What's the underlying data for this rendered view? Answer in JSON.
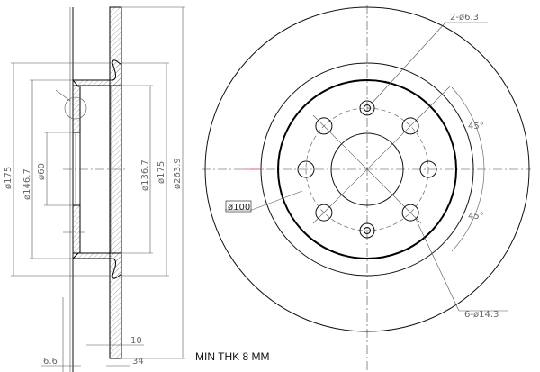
{
  "side_view": {
    "labels": {
      "d175_left": "ø175",
      "d146_7": "ø146.7",
      "d60": "ø60",
      "d136_7": "ø136.7",
      "d175_right": "ø175",
      "d263_9": "ø263.9",
      "thk_10": "10",
      "offset_6_6": "6.6",
      "height_34": "34"
    }
  },
  "front_view": {
    "labels": {
      "small_holes": "2-ø6.3",
      "angle_top": "45°",
      "angle_bottom": "45°",
      "bolt_circle": "ø100",
      "bolt_holes": "6-ø14.3"
    }
  },
  "note": "MIN THK 8 MM",
  "colors": {
    "line": "#000000",
    "dimension": "#666666"
  }
}
